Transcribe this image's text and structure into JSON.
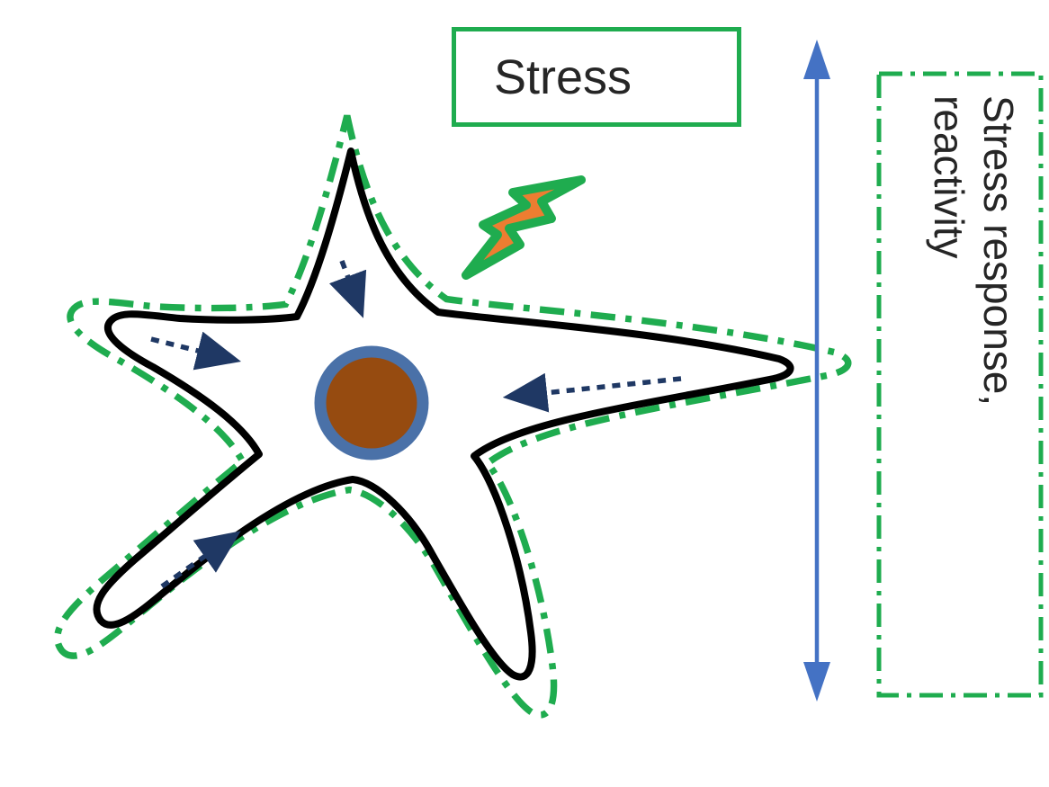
{
  "labels": {
    "stress_box": "Stress",
    "side_panel": [
      "Stress response,",
      "reactivity"
    ]
  },
  "icons": {
    "bolt": "lightning-bolt",
    "axis_arrow": "double-headed-vertical-arrow",
    "inward_arrows": "dashed-arrows-toward-nucleus"
  },
  "colors": {
    "green": "#1FAC4F",
    "orange": "#ED7D31",
    "brown": "#964B10",
    "nucleus_ring": "#4A71A8",
    "axis_blue": "#4472C4",
    "arrow_navy": "#1F3864",
    "outline_black": "#000000",
    "text": "#262626"
  }
}
